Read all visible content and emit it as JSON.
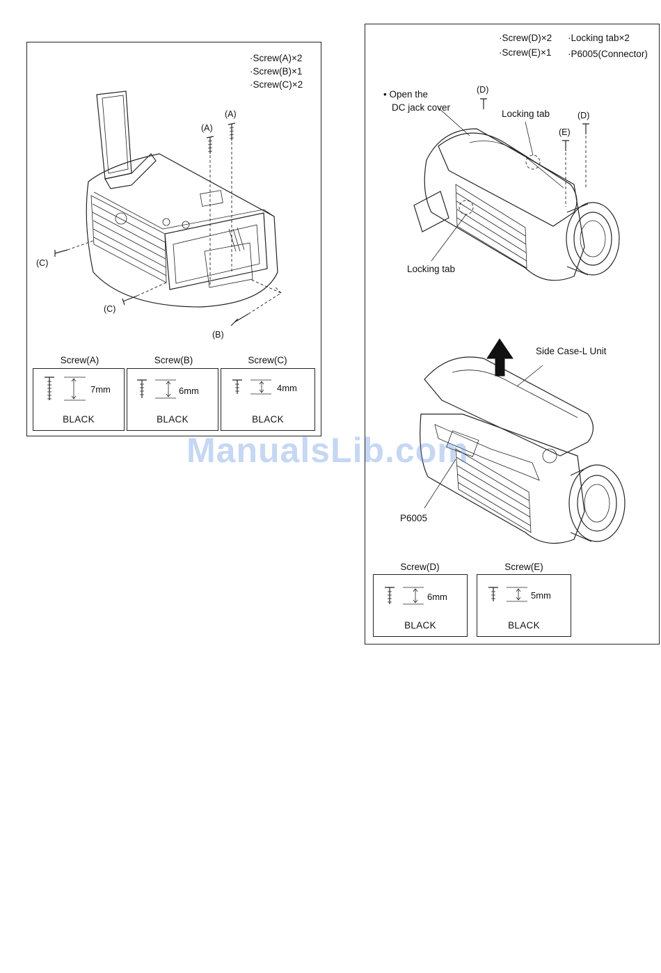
{
  "left_panel": {
    "parts_list": [
      "·Screw(A)×2",
      "·Screw(B)×1",
      "·Screw(C)×2"
    ],
    "callouts": {
      "a1": "(A)",
      "a2": "(A)",
      "b": "(B)",
      "c1": "(C)",
      "c2": "(C)"
    },
    "screw_specs": [
      {
        "title": "Screw(A)",
        "length": "7mm",
        "color": "BLACK"
      },
      {
        "title": "Screw(B)",
        "length": "6mm",
        "color": "BLACK"
      },
      {
        "title": "Screw(C)",
        "length": "4mm",
        "color": "BLACK"
      }
    ]
  },
  "right_panel": {
    "parts_list": [
      "·Screw(D)×2",
      "·Locking tab×2",
      "·Screw(E)×1",
      "·P6005(Connector)"
    ],
    "callouts": {
      "open_dc_line1": "• Open the",
      "open_dc_line2": "DC jack cover",
      "d1": "(D)",
      "d2": "(D)",
      "e": "(E)",
      "locking_tab_top": "Locking tab",
      "locking_tab_bottom": "Locking tab",
      "side_case": "Side Case-L Unit",
      "connector": "P6005"
    },
    "screw_specs": [
      {
        "title": "Screw(D)",
        "length": "6mm",
        "color": "BLACK"
      },
      {
        "title": "Screw(E)",
        "length": "5mm",
        "color": "BLACK"
      }
    ]
  },
  "watermark": "ManualsLib.com"
}
